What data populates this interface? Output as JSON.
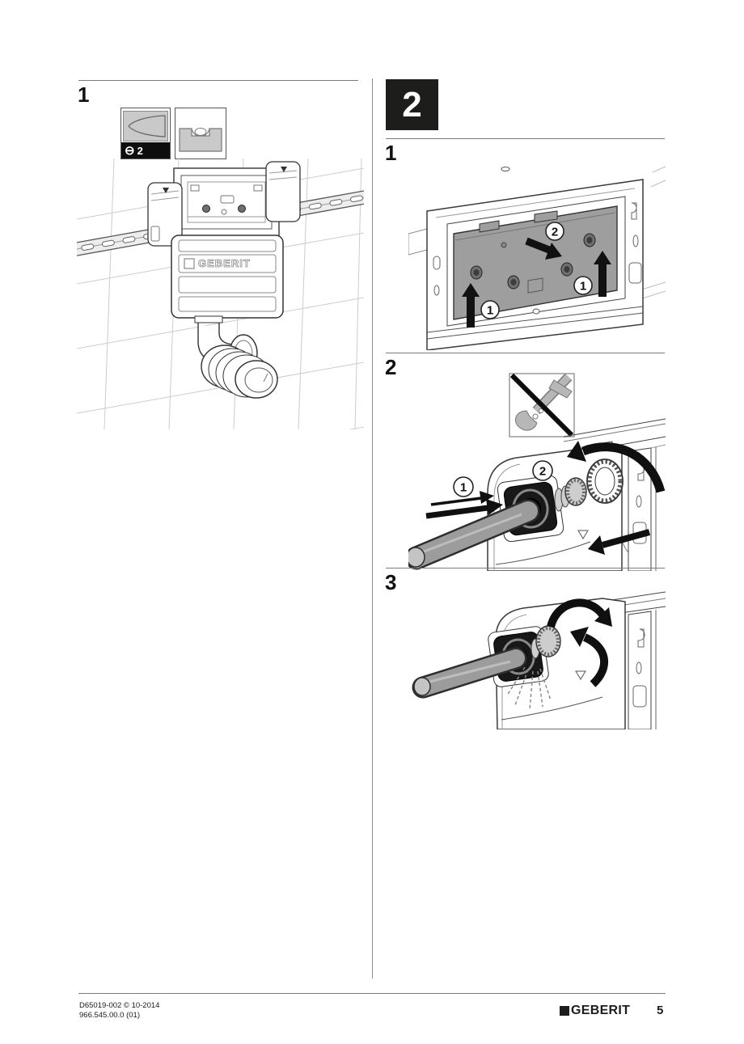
{
  "left_column": {
    "step_label": "1",
    "tools": {
      "screwdriver_symbol": "⊖",
      "screwdriver_size": "2"
    },
    "illustration_brand_label": "GEBERIT"
  },
  "right_column": {
    "section_label": "2",
    "step1": {
      "label": "1",
      "callout_lift_left": "1",
      "callout_lift_right": "1",
      "callout_slide": "2"
    },
    "step2": {
      "label": "2",
      "callout_insert": "1",
      "callout_turn": "2"
    },
    "step3": {
      "label": "3"
    }
  },
  "footer": {
    "document_code": "D65019-002 © 10-2014",
    "article_number": "966.545.00.0 (01)",
    "brand": "GEBERIT",
    "page_number": "5"
  }
}
